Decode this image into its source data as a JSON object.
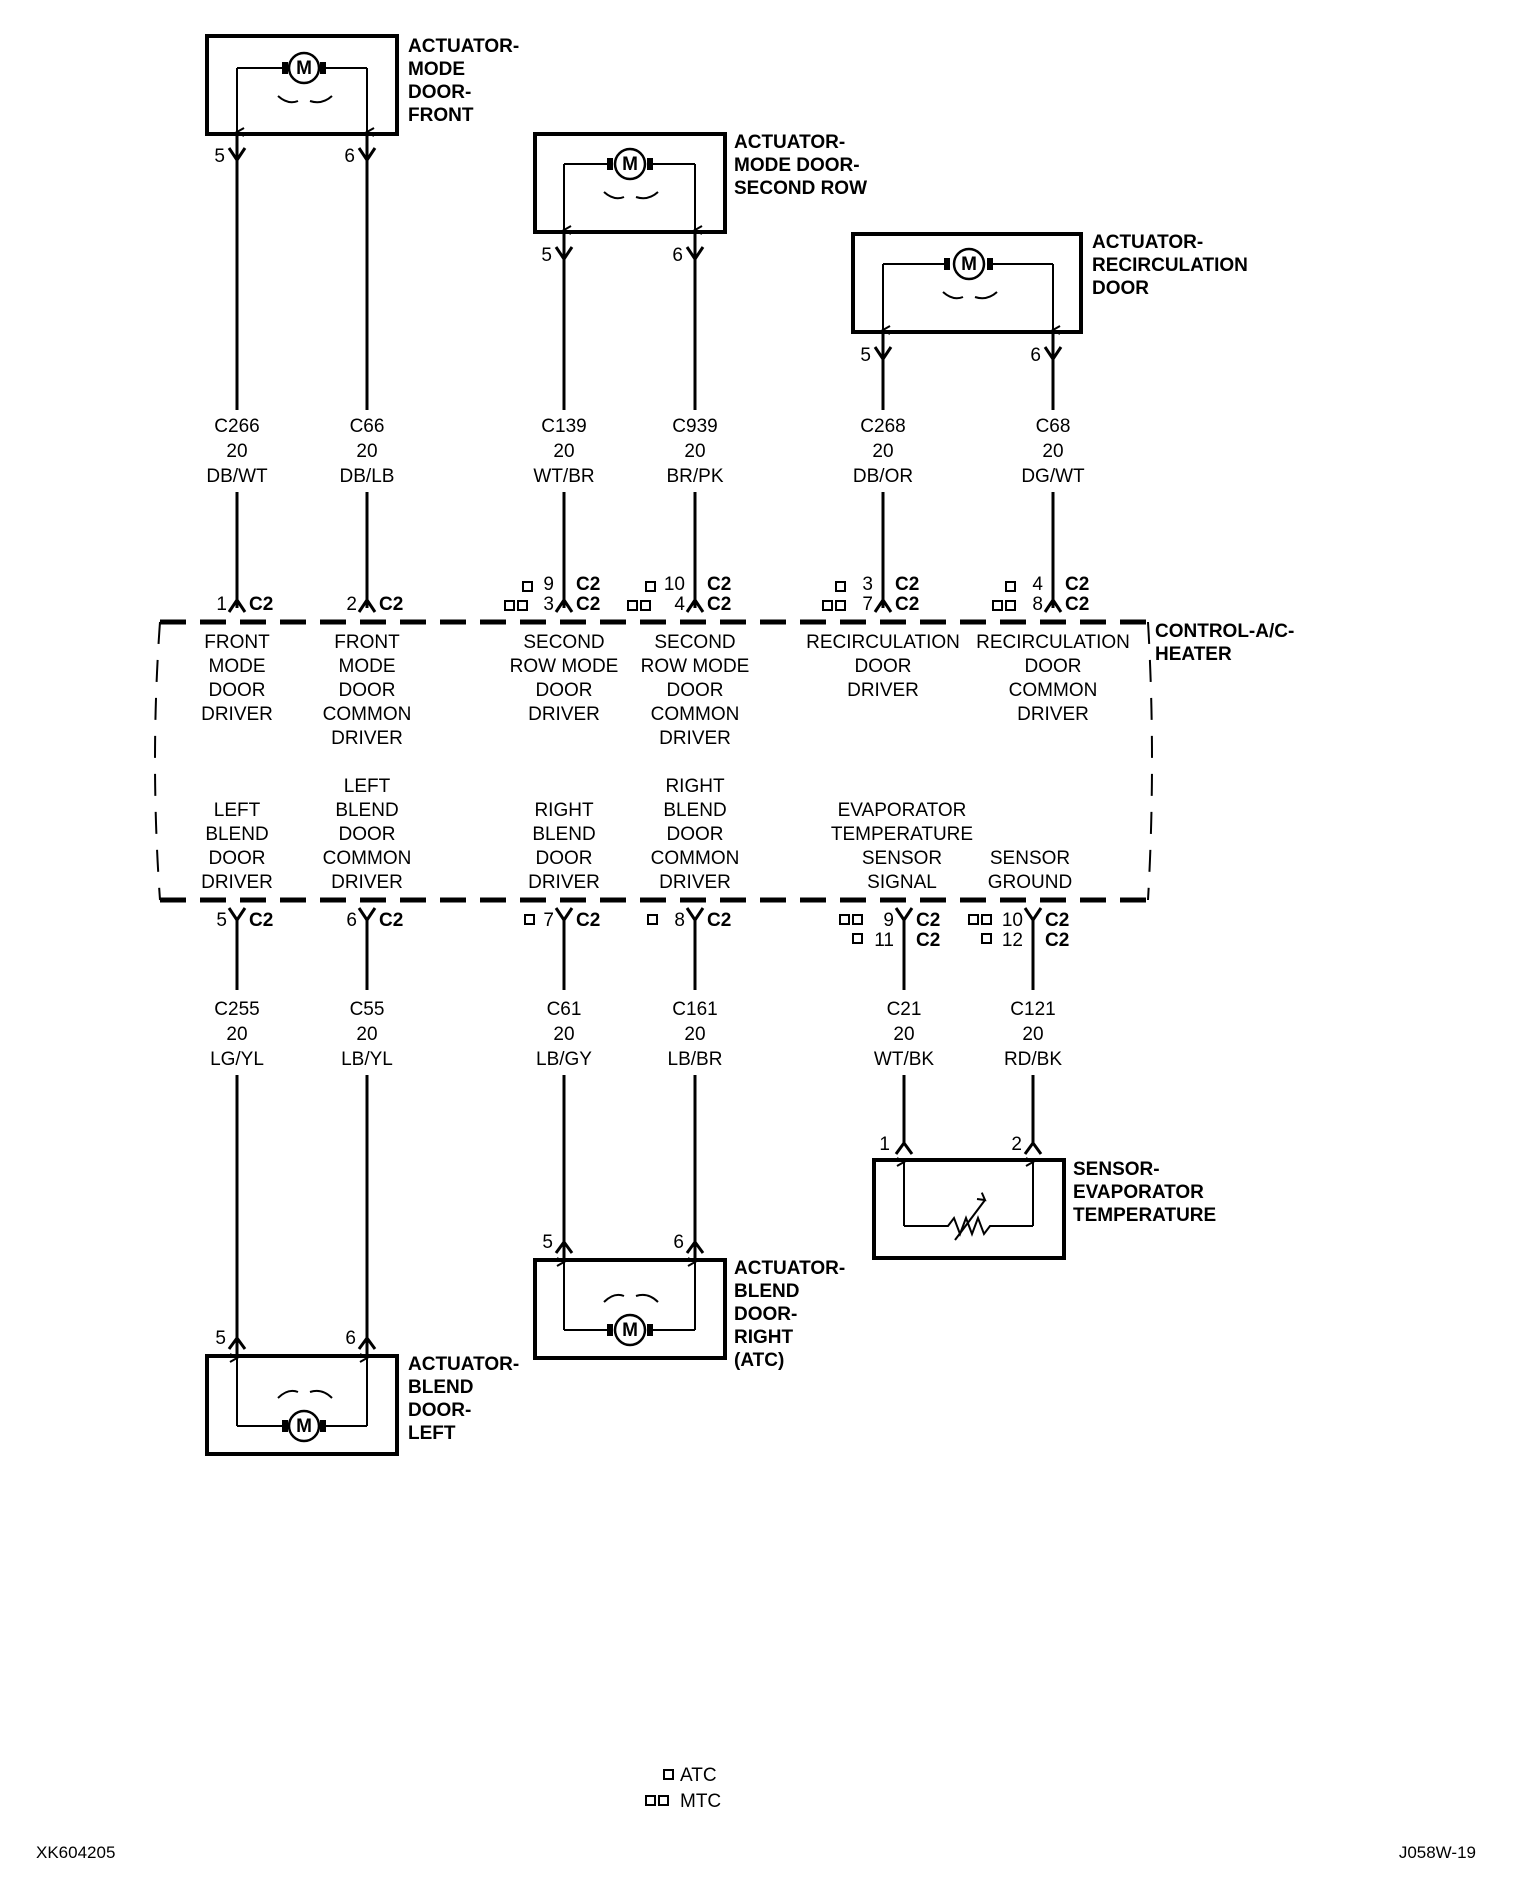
{
  "components": {
    "mode_front": [
      "ACTUATOR-",
      "MODE",
      "DOOR-",
      "FRONT"
    ],
    "mode_second": [
      "ACTUATOR-",
      "MODE DOOR-",
      "SECOND ROW"
    ],
    "recirc": [
      "ACTUATOR-",
      "RECIRCULATION",
      "DOOR"
    ],
    "controller": [
      "CONTROL-A/C-",
      "HEATER"
    ],
    "sensor": [
      "SENSOR-",
      "EVAPORATOR",
      "TEMPERATURE"
    ],
    "blend_right": [
      "ACTUATOR-",
      "BLEND",
      "DOOR-",
      "RIGHT",
      "(ATC)"
    ],
    "blend_left": [
      "ACTUATOR-",
      "BLEND",
      "DOOR-",
      "LEFT"
    ],
    "motor_symbol": "M"
  },
  "top_pins": [
    "5",
    "6",
    "5",
    "6",
    "5",
    "6"
  ],
  "top_wires": [
    {
      "circuit": "C266",
      "gauge": "20",
      "color": "DB/WT"
    },
    {
      "circuit": "C66",
      "gauge": "20",
      "color": "DB/LB"
    },
    {
      "circuit": "C139",
      "gauge": "20",
      "color": "WT/BR"
    },
    {
      "circuit": "C939",
      "gauge": "20",
      "color": "BR/PK"
    },
    {
      "circuit": "C268",
      "gauge": "20",
      "color": "DB/OR"
    },
    {
      "circuit": "C68",
      "gauge": "20",
      "color": "DG/WT"
    }
  ],
  "upper_connectors": [
    {
      "pins": [
        "1"
      ],
      "conns": [
        "C2"
      ]
    },
    {
      "pins": [
        "2"
      ],
      "conns": [
        "C2"
      ]
    },
    {
      "pins": [
        "9",
        "3"
      ],
      "conns": [
        "C2",
        "C2"
      ]
    },
    {
      "pins": [
        "10",
        "4"
      ],
      "conns": [
        "C2",
        "C2"
      ]
    },
    {
      "pins": [
        "3",
        "7"
      ],
      "conns": [
        "C2",
        "C2"
      ]
    },
    {
      "pins": [
        "4",
        "8"
      ],
      "conns": [
        "C2",
        "C2"
      ]
    }
  ],
  "module_top_labels": [
    [
      "FRONT",
      "MODE",
      "DOOR",
      "DRIVER"
    ],
    [
      "FRONT",
      "MODE",
      "DOOR",
      "COMMON",
      "DRIVER"
    ],
    [
      "SECOND",
      "ROW MODE",
      "DOOR",
      "DRIVER"
    ],
    [
      "SECOND",
      "ROW MODE",
      "DOOR",
      "COMMON",
      "DRIVER"
    ],
    [
      "RECIRCULATION",
      "DOOR",
      "DRIVER"
    ],
    [
      "RECIRCULATION",
      "DOOR",
      "COMMON",
      "DRIVER"
    ]
  ],
  "module_bottom_labels": [
    [
      "LEFT",
      "BLEND",
      "DOOR",
      "DRIVER"
    ],
    [
      "LEFT",
      "BLEND",
      "DOOR",
      "COMMON",
      "DRIVER"
    ],
    [
      "RIGHT",
      "BLEND",
      "DOOR",
      "DRIVER"
    ],
    [
      "RIGHT",
      "BLEND",
      "DOOR",
      "COMMON",
      "DRIVER"
    ],
    [
      "EVAPORATOR",
      "TEMPERATURE",
      "SENSOR",
      "SIGNAL"
    ],
    [
      "SENSOR",
      "GROUND"
    ]
  ],
  "lower_connectors": [
    {
      "pins": [
        "5"
      ],
      "conns": [
        "C2"
      ]
    },
    {
      "pins": [
        "6"
      ],
      "conns": [
        "C2"
      ]
    },
    {
      "pins": [
        "7"
      ],
      "conns": [
        "C2"
      ]
    },
    {
      "pins": [
        "8"
      ],
      "conns": [
        "C2"
      ]
    },
    {
      "pins": [
        "9",
        "11"
      ],
      "conns": [
        "C2",
        "C2"
      ]
    },
    {
      "pins": [
        "10",
        "12"
      ],
      "conns": [
        "C2",
        "C2"
      ]
    }
  ],
  "bottom_wires": [
    {
      "circuit": "C255",
      "gauge": "20",
      "color": "LG/YL"
    },
    {
      "circuit": "C55",
      "gauge": "20",
      "color": "LB/YL"
    },
    {
      "circuit": "C61",
      "gauge": "20",
      "color": "LB/GY"
    },
    {
      "circuit": "C161",
      "gauge": "20",
      "color": "LB/BR"
    },
    {
      "circuit": "C21",
      "gauge": "20",
      "color": "WT/BK"
    },
    {
      "circuit": "C121",
      "gauge": "20",
      "color": "RD/BK"
    }
  ],
  "sensor_pins": [
    "1",
    "2"
  ],
  "blend_right_pins": [
    "5",
    "6"
  ],
  "blend_left_pins": [
    "5",
    "6"
  ],
  "legend": {
    "single": "ATC",
    "double": "MTC"
  },
  "footer": {
    "left": "XK604205",
    "right": "J058W-19"
  }
}
